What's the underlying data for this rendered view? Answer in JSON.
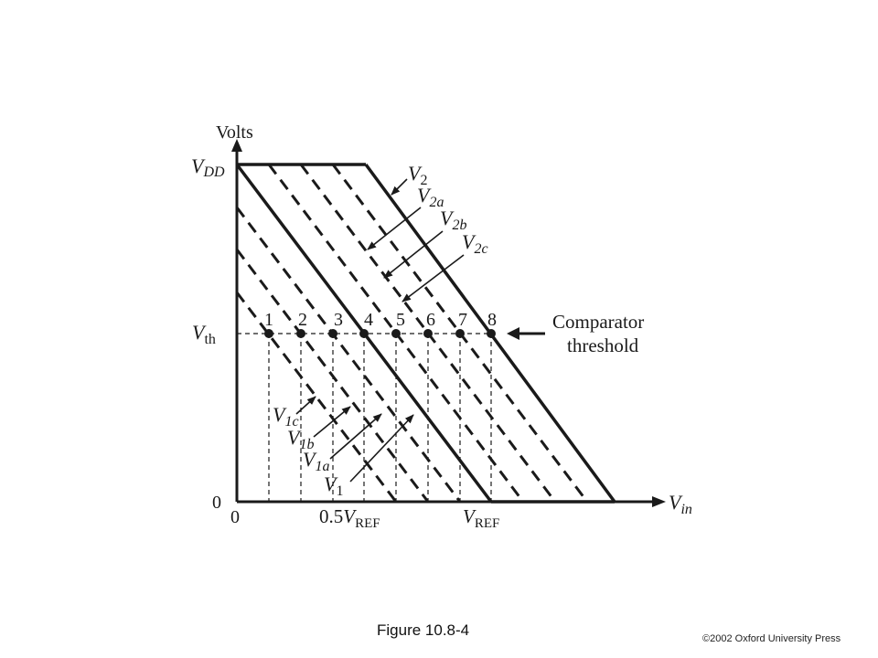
{
  "axis": {
    "y_title": "Volts",
    "y_top": "V",
    "y_top_sub": "DD",
    "y_th": "V",
    "y_th_sub": "th",
    "y_zero": "0",
    "x_zero": "0",
    "x_mid_prefix": "0.5",
    "x_mid": "V",
    "x_mid_sub": "REF",
    "x_ref": "V",
    "x_ref_sub": "REF",
    "x_title": "V",
    "x_title_sub": "in"
  },
  "threshold": {
    "label_line1": "Comparator",
    "label_line2": "threshold"
  },
  "points": [
    "1",
    "2",
    "3",
    "4",
    "5",
    "6",
    "7",
    "8"
  ],
  "curves": [
    {
      "id": "V2",
      "main": "V",
      "sub": "2",
      "style": "solid"
    },
    {
      "id": "V2a",
      "main": "V",
      "sub": "2a",
      "style": "dashed"
    },
    {
      "id": "V2b",
      "main": "V",
      "sub": "2b",
      "style": "dashed"
    },
    {
      "id": "V2c",
      "main": "V",
      "sub": "2c",
      "style": "dashed"
    },
    {
      "id": "V1",
      "main": "V",
      "sub": "1",
      "style": "solid"
    },
    {
      "id": "V1a",
      "main": "V",
      "sub": "1a",
      "style": "dashed"
    },
    {
      "id": "V1b",
      "main": "V",
      "sub": "1b",
      "style": "dashed"
    },
    {
      "id": "V1c",
      "main": "V",
      "sub": "1c",
      "style": "dashed"
    }
  ],
  "caption": "Figure 10.8-4",
  "copyright": "©2002 Oxford University Press"
}
